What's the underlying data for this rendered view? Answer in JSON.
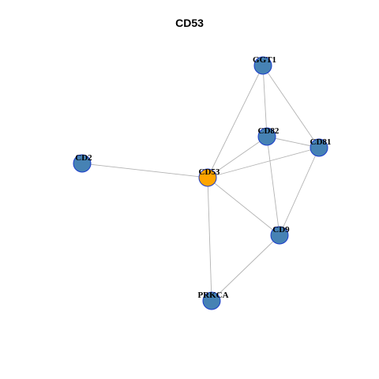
{
  "title": "CD53",
  "colors": {
    "edge": "#b3b3b3",
    "node_default": "#4682b4",
    "node_border": "#1a3ccc",
    "node_focus": "#ffa500"
  },
  "nodes": [
    {
      "id": "GGT1",
      "label": "GGT1",
      "focus": false
    },
    {
      "id": "CD82",
      "label": "CD82",
      "focus": false
    },
    {
      "id": "CD81",
      "label": "CD81",
      "focus": false
    },
    {
      "id": "CD2",
      "label": "CD2",
      "focus": false
    },
    {
      "id": "CD53",
      "label": "CD53",
      "focus": true
    },
    {
      "id": "CD9",
      "label": "CD9",
      "focus": false
    },
    {
      "id": "PRKCA",
      "label": "PRKCA",
      "focus": false
    }
  ],
  "edges": [
    [
      "CD53",
      "GGT1"
    ],
    [
      "CD53",
      "CD82"
    ],
    [
      "CD53",
      "CD81"
    ],
    [
      "CD53",
      "CD2"
    ],
    [
      "CD53",
      "CD9"
    ],
    [
      "CD53",
      "PRKCA"
    ],
    [
      "GGT1",
      "CD82"
    ],
    [
      "GGT1",
      "CD81"
    ],
    [
      "CD82",
      "CD81"
    ],
    [
      "CD82",
      "CD9"
    ],
    [
      "CD81",
      "CD9"
    ],
    [
      "CD9",
      "PRKCA"
    ]
  ]
}
